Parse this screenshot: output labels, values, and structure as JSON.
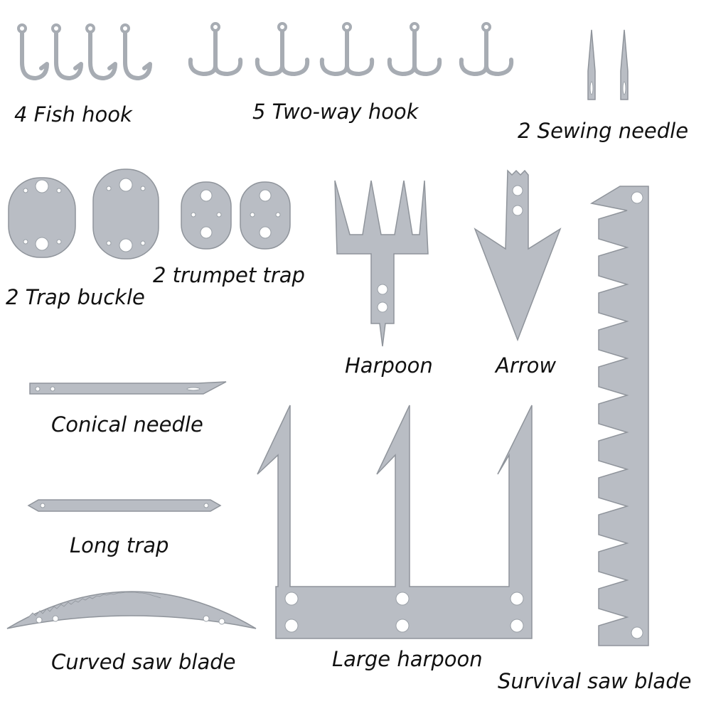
{
  "labels": {
    "fish_hook": "4 Fish hook",
    "two_way_hook": "5 Two-way hook",
    "sewing_needle": "2 Sewing needle",
    "trap_buckle": "2 Trap buckle",
    "trumpet_trap": "2 trumpet trap",
    "harpoon": "Harpoon",
    "arrow": "Arrow",
    "conical_needle": "Conical needle",
    "long_trap": "Long trap",
    "curved_saw_blade": "Curved saw blade",
    "large_harpoon": "Large harpoon",
    "survival_saw_blade": "Survival saw blade"
  },
  "colors": {
    "metal_fill": "#b9bdc4",
    "metal_edge": "#8f949b",
    "label_text": "#111111",
    "background": "#ffffff"
  }
}
